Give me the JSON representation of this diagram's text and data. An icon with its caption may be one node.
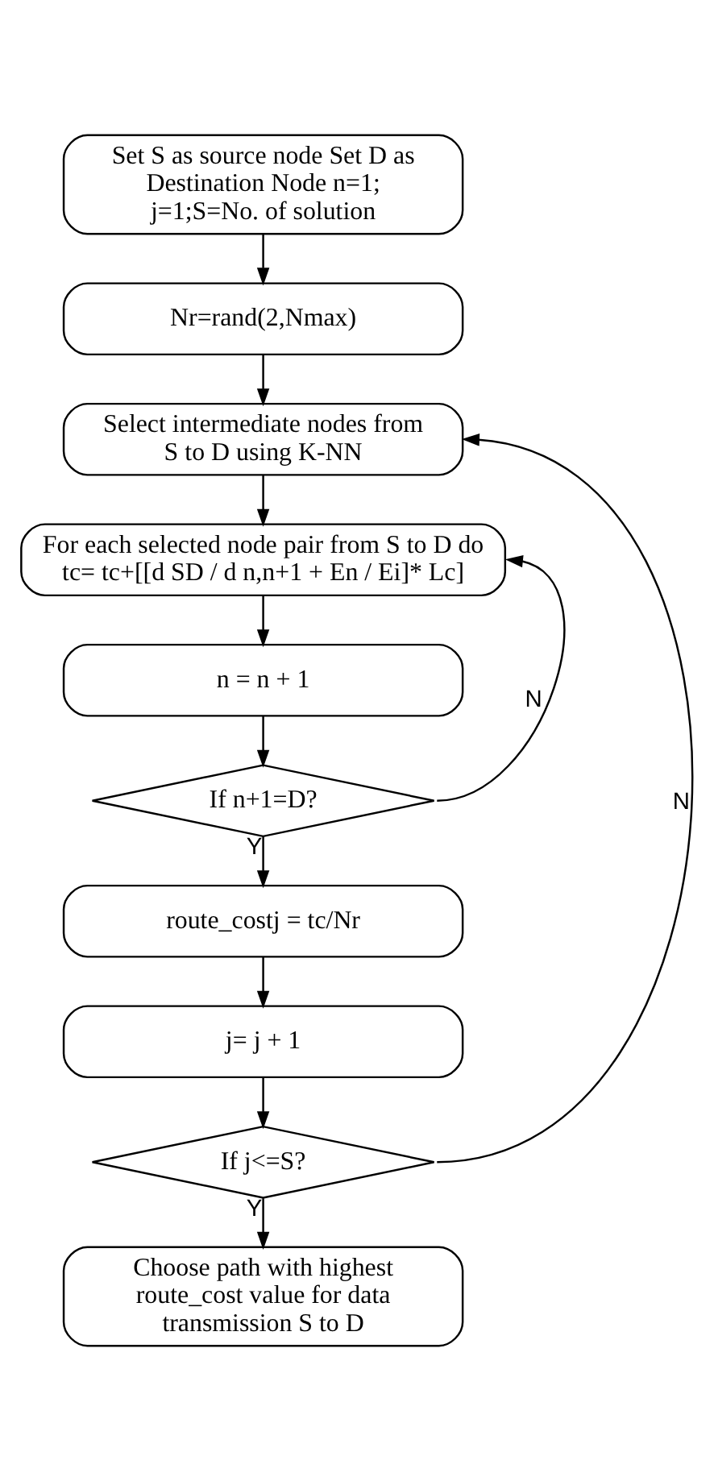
{
  "diagram": {
    "nodes": [
      {
        "text": [
          "Set S as source node Set D as Destination Node n=1; j=1;S=No. of solution"
        ]
      },
      {
        "text": [
          "Nr=rand(2,Nmax)"
        ]
      },
      {
        "text": [
          "Select intermediate nodes from S to D using K-NN"
        ]
      },
      {
        "text": [
          "For each selected node pair from S to D do",
          "tc= tc+[[d SD / d n,n+1 + En / Ei]* Lc]"
        ]
      },
      {
        "text": [
          "n = n + 1"
        ]
      },
      {
        "text": [
          "If n+1=D?"
        ]
      },
      {
        "text": [
          "route_costj = tc/Nr"
        ]
      },
      {
        "text": [
          "j= j + 1"
        ]
      },
      {
        "text": [
          "If j<=S?"
        ]
      },
      {
        "text": [
          "Choose path with highest route_cost value for data transmission S to D"
        ]
      }
    ],
    "edges": [
      {
        "from": 0,
        "to": 1,
        "arrow": "to"
      },
      {
        "from": 1,
        "to": 2,
        "arrow": "to"
      },
      {
        "from": 2,
        "to": 3,
        "arrow": "to"
      },
      {
        "from": 3,
        "to": 4,
        "arrow": "to"
      },
      {
        "from": 4,
        "to": 5,
        "arrow": "to"
      },
      {
        "from": 5,
        "to": 3,
        "arrow": "to",
        "label": "N"
      },
      {
        "from": 5,
        "to": 6,
        "arrow": "to",
        "label": "Y"
      },
      {
        "from": 6,
        "to": 7,
        "arrow": "to"
      },
      {
        "from": 7,
        "to": 8,
        "arrow": "to"
      },
      {
        "from": 8,
        "to": 2,
        "arrow": "to",
        "label": "N"
      },
      {
        "from": 8,
        "to": 9,
        "arrow": "to",
        "label": "Y"
      }
    ]
  }
}
